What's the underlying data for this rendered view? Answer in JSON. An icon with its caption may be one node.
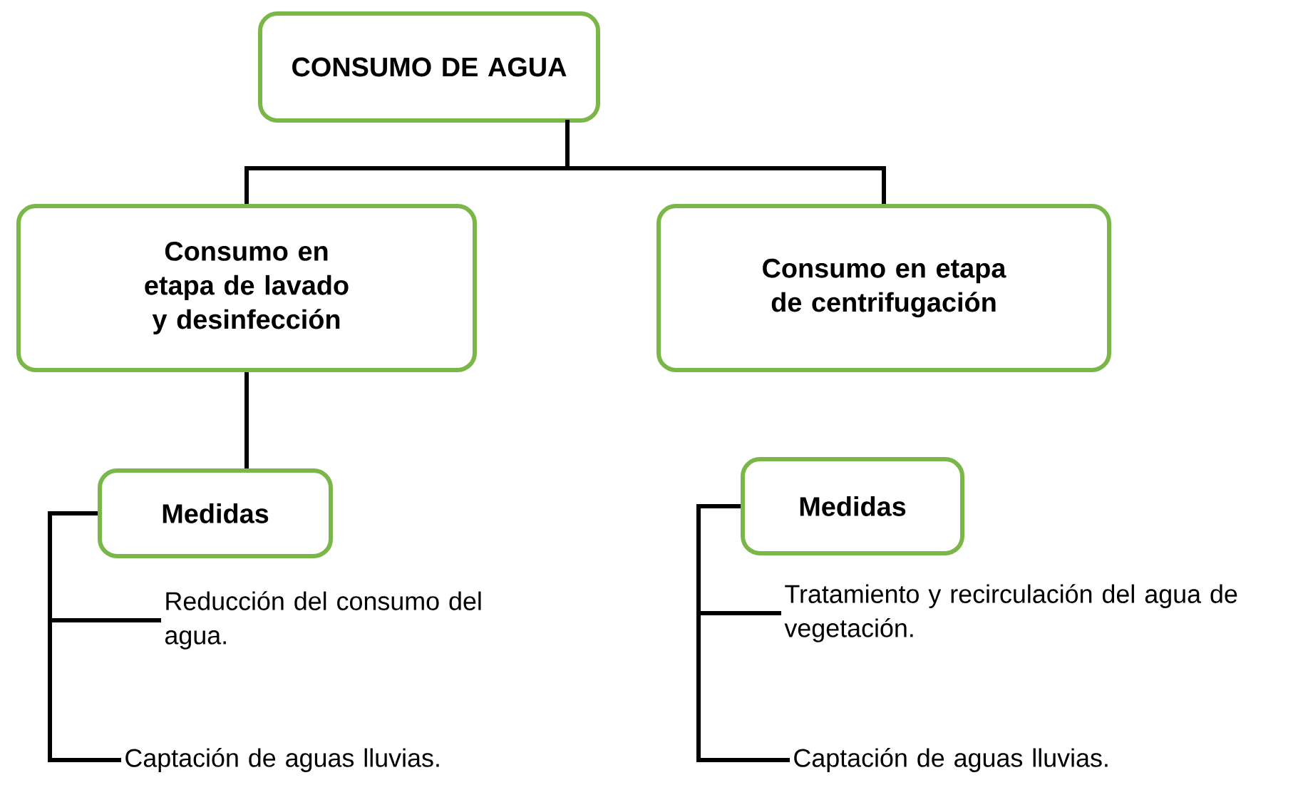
{
  "diagram": {
    "nodes": [
      {
        "text": [
          "CONSUMO DE AGUA"
        ]
      },
      {
        "text": [
          "Consumo en etapa de lavado y desinfección"
        ]
      },
      {
        "text": [
          "Consumo en etapa de centrifugación"
        ]
      },
      {
        "text": [
          "Medidas"
        ]
      },
      {
        "text": [
          "Medidas"
        ]
      },
      {
        "text": [
          "Reducción del consumo del agua."
        ]
      },
      {
        "text": [
          "Captación de aguas lluvias."
        ]
      },
      {
        "text": [
          "Tratamiento y recirculación del agua de vegetación."
        ]
      },
      {
        "text": [
          "Captación de aguas lluvias."
        ]
      }
    ],
    "edges": [
      {
        "from": 0,
        "to": 1,
        "arrow": "none"
      },
      {
        "from": 0,
        "to": 2,
        "arrow": "none"
      },
      {
        "from": 1,
        "to": 3,
        "arrow": "none"
      },
      {
        "from": 3,
        "to": 5,
        "arrow": "none"
      },
      {
        "from": 3,
        "to": 6,
        "arrow": "none"
      },
      {
        "from": 4,
        "to": 7,
        "arrow": "none"
      },
      {
        "from": 4,
        "to": 8,
        "arrow": "none"
      }
    ]
  }
}
